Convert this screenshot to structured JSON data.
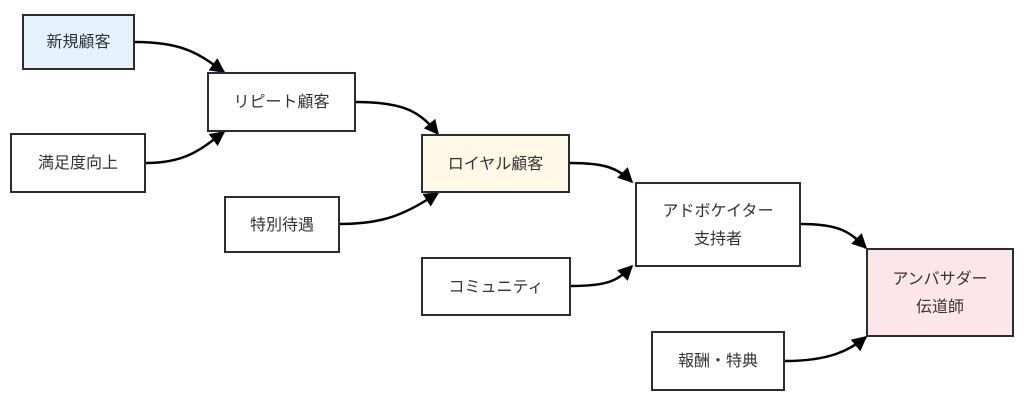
{
  "nodes": {
    "new_customer": {
      "label": "新規顧客",
      "fill": "#e3f2fd"
    },
    "repeat_customer": {
      "label": "リピート顧客",
      "fill": "#ffffff"
    },
    "satisfaction": {
      "label": "満足度向上",
      "fill": "#ffffff"
    },
    "loyal_customer": {
      "label": "ロイヤル顧客",
      "fill": "#fff8e6"
    },
    "special_treatment": {
      "label": "特別待遇",
      "fill": "#ffffff"
    },
    "advocate": {
      "label": "アドボケイター\n支持者",
      "fill": "#ffffff"
    },
    "community": {
      "label": "コミュニティ",
      "fill": "#ffffff"
    },
    "ambassador": {
      "label": "アンバサダー\n伝道師",
      "fill": "#fde6ea"
    },
    "rewards": {
      "label": "報酬・特典",
      "fill": "#ffffff"
    }
  },
  "edges": [
    {
      "from": "new_customer",
      "to": "repeat_customer"
    },
    {
      "from": "satisfaction",
      "to": "repeat_customer"
    },
    {
      "from": "repeat_customer",
      "to": "loyal_customer"
    },
    {
      "from": "special_treatment",
      "to": "loyal_customer"
    },
    {
      "from": "loyal_customer",
      "to": "advocate"
    },
    {
      "from": "community",
      "to": "advocate"
    },
    {
      "from": "advocate",
      "to": "ambassador"
    },
    {
      "from": "rewards",
      "to": "ambassador"
    }
  ]
}
